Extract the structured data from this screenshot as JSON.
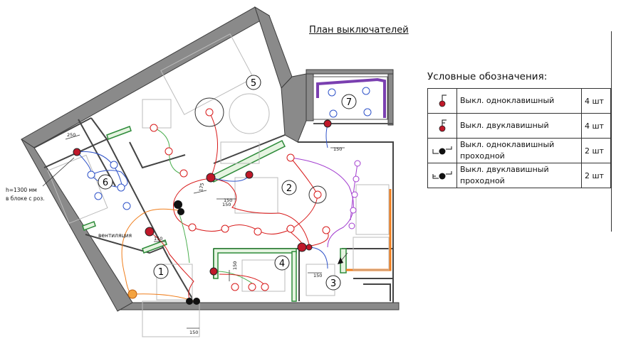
{
  "title": "План выключателей",
  "legend": {
    "title": "Условные обозначения:",
    "rows": [
      {
        "label": "Выкл. одноклавишный",
        "count": "4 шт",
        "icon": "single-key-switch-icon"
      },
      {
        "label": "Выкл. двуклавишный",
        "count": "4 шт",
        "icon": "double-key-switch-icon"
      },
      {
        "label": "Выкл. одноклавишный проходной",
        "count": "2 шт",
        "icon": "single-key-pass-switch-icon"
      },
      {
        "label": "Выкл. двуклавишный проходной",
        "count": "2 шт",
        "icon": "double-key-pass-switch-icon"
      }
    ]
  },
  "rooms": [
    "1",
    "2",
    "3",
    "4",
    "5",
    "6",
    "7"
  ],
  "annotations": {
    "height_line1": "h=1300 мм",
    "height_line2": "в блоке с роз.",
    "ventilation": "вентиляция",
    "dims": [
      "250",
      "150",
      "175",
      "150",
      "150",
      "150",
      "150",
      "150",
      "150"
    ]
  },
  "colors": {
    "wall": "#7a7a7a",
    "wire_green": "#4caf50",
    "wire_red": "#d81b1b",
    "wire_blue": "#2f53c9",
    "wire_purple": "#a23ccf",
    "wire_orange": "#f07e1c",
    "switch_red": "#c0182a",
    "switch_black": "#111111",
    "balcony_purple": "#7a3fb0"
  }
}
